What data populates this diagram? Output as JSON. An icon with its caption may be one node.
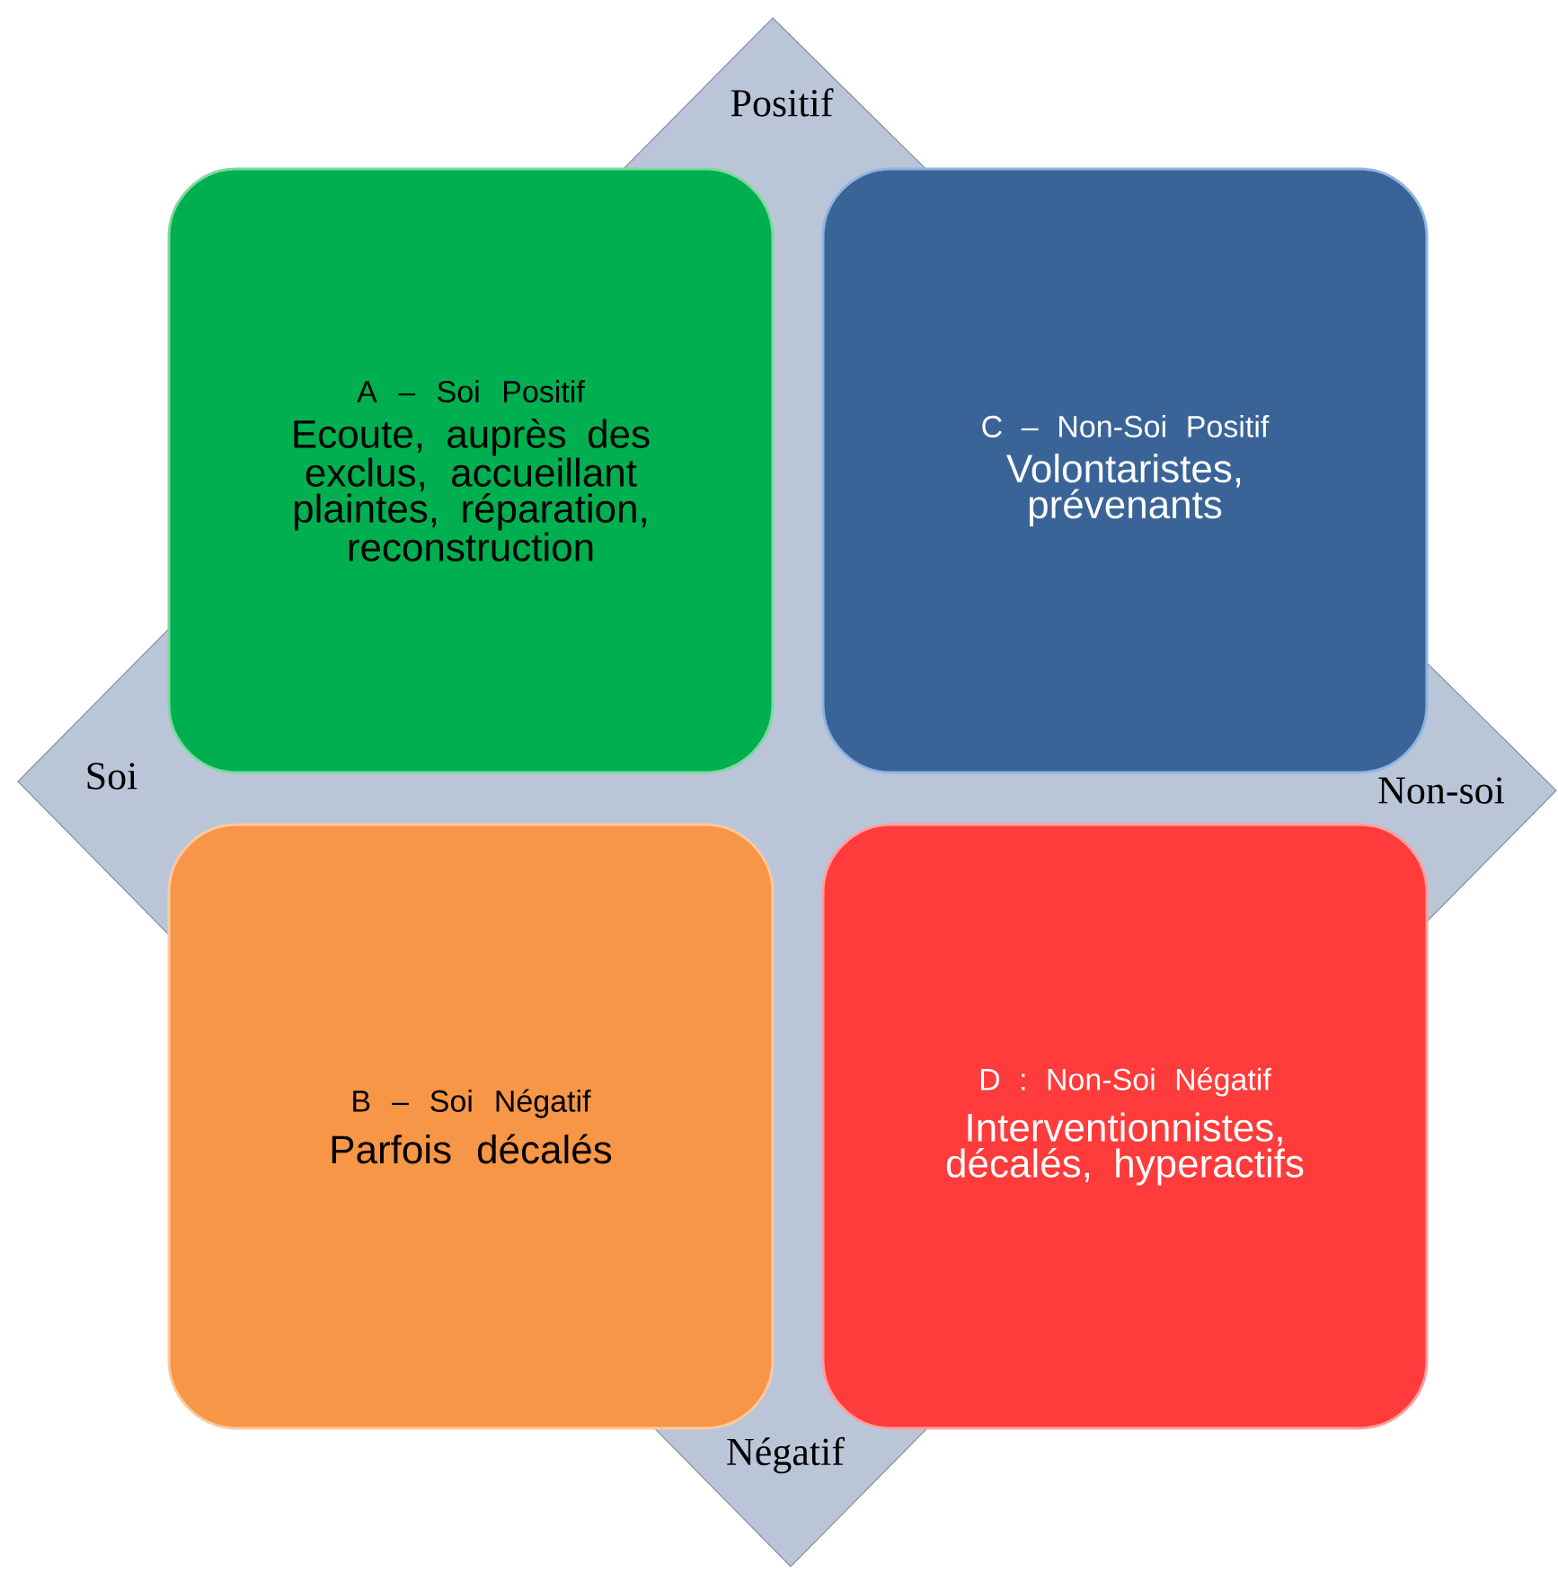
{
  "diagram": {
    "nodes": [
      {
        "text": [
          "A – Soi Positif",
          "Ecoute, auprès des exclus, accueillant plaintes, réparation, reconstruction"
        ]
      },
      {
        "text": [
          "C – Non-Soi Positif",
          "Volontaristes, prévenants"
        ]
      },
      {
        "text": [
          "B – Soi Négatif",
          "Parfois décalés"
        ]
      },
      {
        "text": [
          "D : Non-Soi Négatif",
          "Interventionnistes, décalés, hyperactifs"
        ]
      }
    ],
    "labels": [
      "Positif",
      "Soi",
      "Non-soi",
      "Négatif"
    ]
  }
}
